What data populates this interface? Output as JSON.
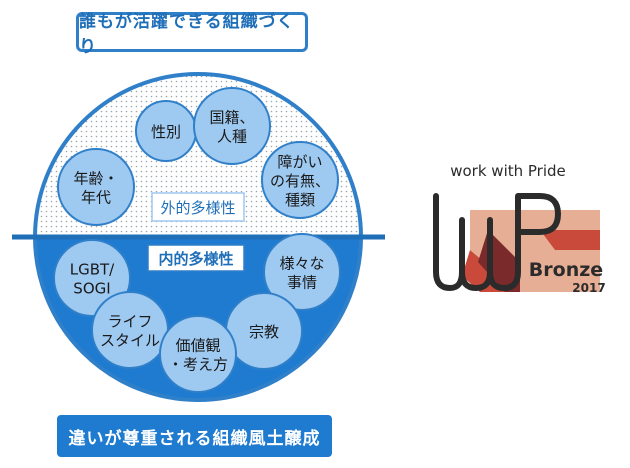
{
  "top_banner": "誰もが活躍できる組織づくり",
  "bottom_banner": "違いが尊重される組織風土醸成",
  "outer_label": "外的多様性",
  "inner_label": "内的多様性",
  "outer_items": [
    {
      "lines": [
        "性別"
      ]
    },
    {
      "lines": [
        "国籍、",
        "人種"
      ]
    },
    {
      "lines": [
        "年齢・",
        "年代"
      ]
    },
    {
      "lines": [
        "障がい",
        "の有無、",
        "種類"
      ]
    }
  ],
  "inner_items": [
    {
      "lines": [
        "LGBT/",
        "SOGI"
      ]
    },
    {
      "lines": [
        "様々な",
        "事情"
      ]
    },
    {
      "lines": [
        "ライフ",
        "スタイル"
      ]
    },
    {
      "lines": [
        "宗教"
      ]
    },
    {
      "lines": [
        "価値観",
        "・考え方"
      ]
    }
  ],
  "logo": {
    "tagline": "work with Pride",
    "rank": "Bronze",
    "year": "2017"
  },
  "colors": {
    "bubble_fill": "#9ec9f1",
    "bubble_stroke": "#2f7fc9",
    "inner_fill": "#1f7bd0",
    "accent": "#1f6fb8",
    "logo_dark": "#2b2b2b",
    "logo_red": "#c94a3a",
    "logo_maroon": "#7a2a2a",
    "logo_tan": "#e3a58a"
  }
}
